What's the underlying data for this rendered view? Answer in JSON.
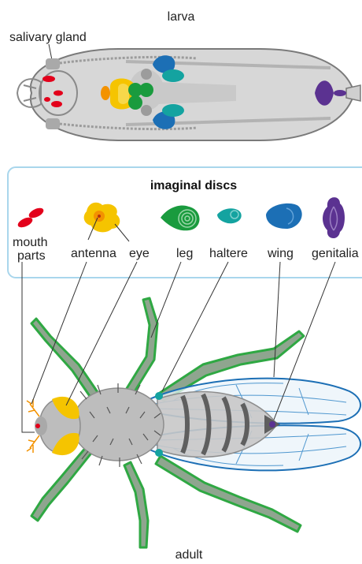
{
  "labels": {
    "larva": "larva",
    "salivary_gland": "salivary gland",
    "panel_title": "imaginal discs",
    "mouth": "mouth",
    "parts": "parts",
    "antenna": "antenna",
    "eye": "eye",
    "leg": "leg",
    "haltere": "haltere",
    "wing": "wing",
    "genitalia": "genitalia",
    "adult": "adult"
  },
  "icons": [
    "mouthparts-disc-icon",
    "antenna-eye-disc-icon",
    "leg-disc-icon",
    "haltere-disc-icon",
    "wing-disc-icon",
    "genitalia-disc-icon"
  ],
  "colors": {
    "mouthparts": "#e3001b",
    "eye_antenna": "#f5c400",
    "antenna": "#f39200",
    "leg": "#1a9b3e",
    "haltere": "#14a3a0",
    "wing": "#1c6fb5",
    "genitalia": "#5b3291",
    "panel_border": "#a9d6ec",
    "adult_leg_outline": "#2fa843"
  }
}
